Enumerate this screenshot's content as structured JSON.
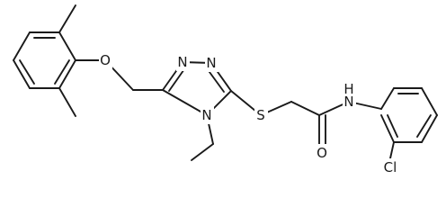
{
  "molecule": {
    "atom_labels": {
      "o_ether": "O",
      "n_triazole_1": "N",
      "n_triazole_2": "N",
      "n_triazole_4": "N",
      "s_thioether": "S",
      "o_carbonyl": "O",
      "n_amide": "N",
      "h_amide": "H",
      "cl": "Cl"
    },
    "colors": {
      "bond": "#1a1a1a",
      "label": "#1a1a1a",
      "background": "#ffffff"
    }
  }
}
